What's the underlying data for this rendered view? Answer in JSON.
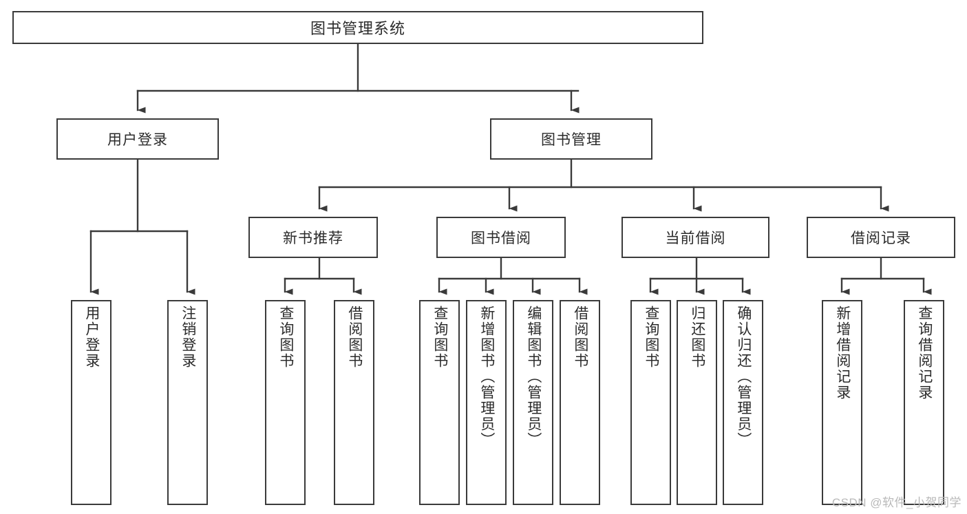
{
  "diagram": {
    "title": "图书管理系统",
    "root": {
      "id": "root",
      "label": "图书管理系统"
    },
    "level1": [
      {
        "id": "user-login",
        "label": "用户登录"
      },
      {
        "id": "book-manage",
        "label": "图书管理"
      }
    ],
    "level2": [
      {
        "id": "new-book-recommend",
        "label": "新书推荐",
        "parent": "book-manage"
      },
      {
        "id": "book-borrow",
        "label": "图书借阅",
        "parent": "book-manage"
      },
      {
        "id": "current-borrow",
        "label": "当前借阅",
        "parent": "book-manage"
      },
      {
        "id": "borrow-record",
        "label": "借阅记录",
        "parent": "book-manage"
      }
    ],
    "leaves": [
      {
        "id": "leaf-user-login",
        "label": "用户登录",
        "parent": "user-login"
      },
      {
        "id": "leaf-logout-login",
        "label": "注销登录",
        "parent": "user-login"
      },
      {
        "id": "leaf-query-book-1",
        "label": "查询图书",
        "parent": "new-book-recommend"
      },
      {
        "id": "leaf-borrow-book-1",
        "label": "借阅图书",
        "parent": "new-book-recommend"
      },
      {
        "id": "leaf-query-book-2",
        "label": "查询图书",
        "parent": "book-borrow"
      },
      {
        "id": "leaf-add-book",
        "label": "新增图书（管理员）",
        "parent": "book-borrow"
      },
      {
        "id": "leaf-edit-book",
        "label": "编辑图书（管理员）",
        "parent": "book-borrow"
      },
      {
        "id": "leaf-borrow-book-2",
        "label": "借阅图书",
        "parent": "book-borrow"
      },
      {
        "id": "leaf-query-book-3",
        "label": "查询图书",
        "parent": "current-borrow"
      },
      {
        "id": "leaf-return-book",
        "label": "归还图书",
        "parent": "current-borrow"
      },
      {
        "id": "leaf-confirm-return",
        "label": "确认归还（管理员）",
        "parent": "current-borrow"
      },
      {
        "id": "leaf-add-record",
        "label": "新增借阅记录",
        "parent": "borrow-record"
      },
      {
        "id": "leaf-query-record",
        "label": "查询借阅记录",
        "parent": "borrow-record"
      }
    ],
    "colors": {
      "stroke": "#3a3a3a",
      "text": "#2b2b2b",
      "background": "#ffffff",
      "watermark": "#b9b9b9"
    }
  },
  "watermark": {
    "text": "CSDN @软件_小贺同学"
  }
}
